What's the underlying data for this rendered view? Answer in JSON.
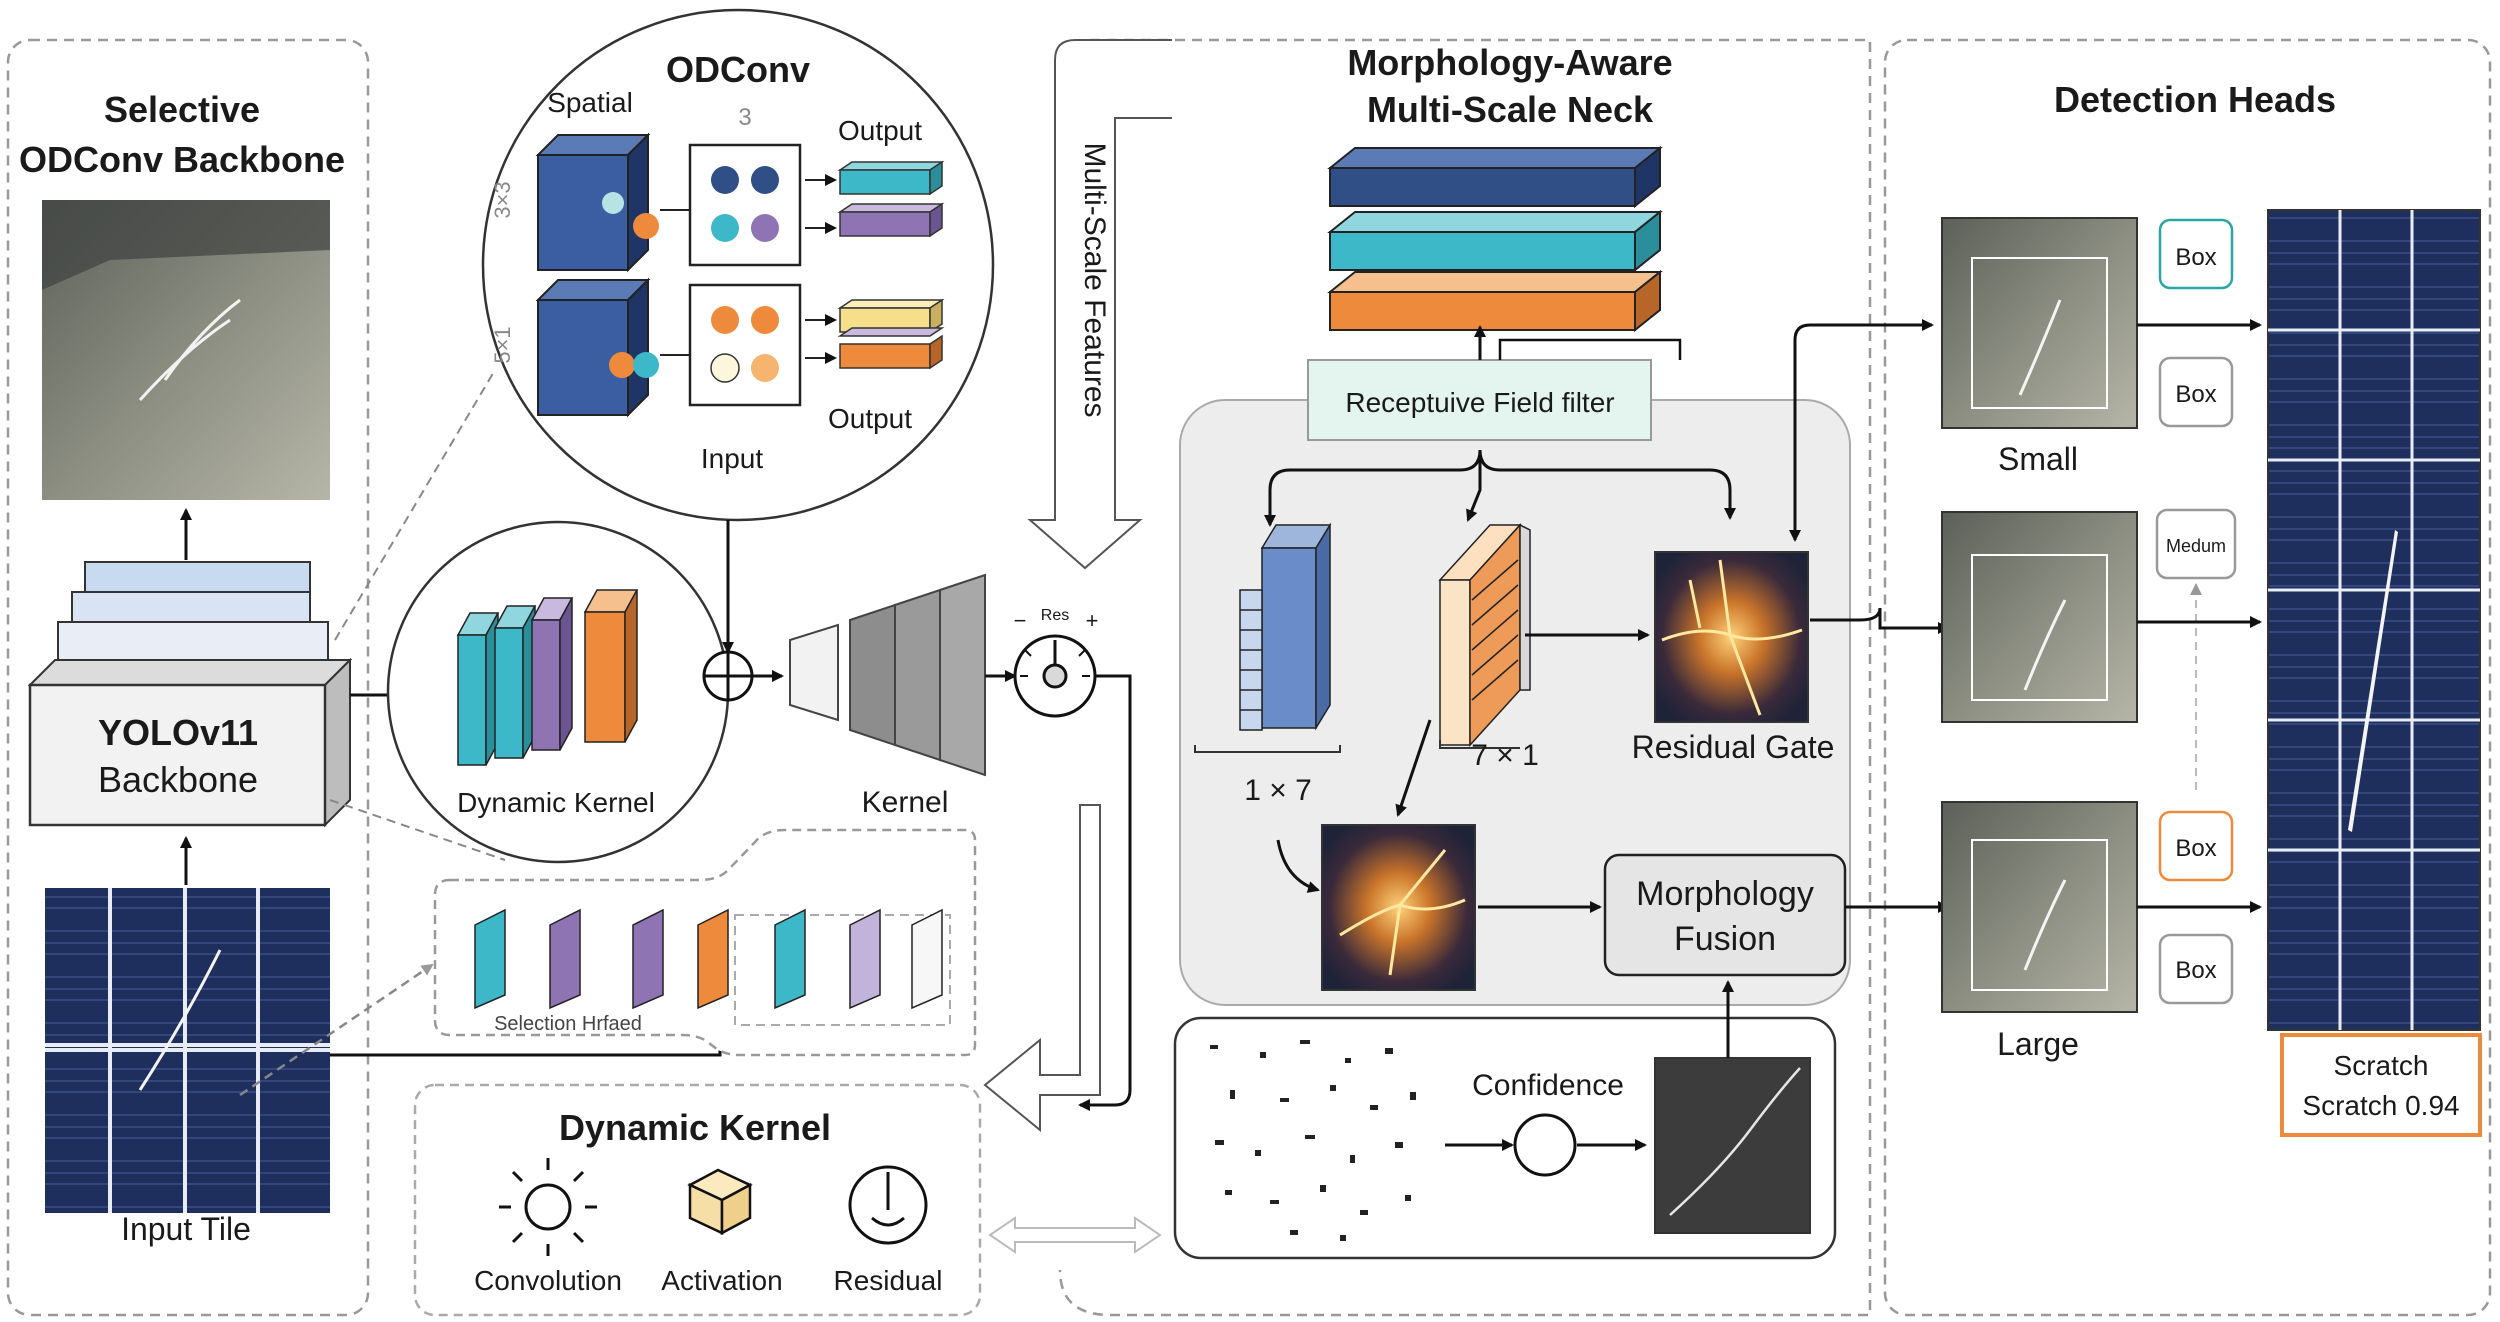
{
  "backbone": {
    "title_line1": "Selective",
    "title_line2": "ODConv Backbone",
    "yolo_line1": "YOLOv11",
    "yolo_line2": "Backbone",
    "input_label": "Input Tile"
  },
  "odconv": {
    "title": "ODConv",
    "spatial_label": "Spatial",
    "num_label": "3",
    "k3_label": "3×3",
    "k5_label": "5×1",
    "output_top": "Output",
    "output_bottom": "Output",
    "input_label": "Input",
    "dynamic_kernel_label": "Dynamic Kernel",
    "kernel_label": "Kernel",
    "dial_label": "Res",
    "selection_label": "Selection Hrfaed"
  },
  "dynamic_kernel_box": {
    "title": "Dynamic Kernel",
    "items": [
      {
        "label": "Convolution",
        "icon": "sun-icon"
      },
      {
        "label": "Activation",
        "icon": "box-icon"
      },
      {
        "label": "Residual",
        "icon": "power-icon"
      }
    ]
  },
  "neck": {
    "title_line1": "Morphology-Aware",
    "title_line2": "Multi-Scale Neck",
    "multi_scale_label": "Multi-Scale Features",
    "rf_filter_label": "Receptuive Field filter",
    "k1x7_label": "1 × 7",
    "k7x1_label": "7 × 1",
    "residual_gate_label": "Residual Gate",
    "fusion_line1": "Morphology",
    "fusion_line2": "Fusion",
    "confidence_label": "Confidence"
  },
  "heads": {
    "title": "Detection Heads",
    "scales": [
      {
        "label": "Small",
        "boxes": [
          "Box",
          "Box"
        ]
      },
      {
        "label": "",
        "boxes": [
          "Medum"
        ]
      },
      {
        "label": "Large",
        "boxes": [
          "Box",
          "Box"
        ]
      }
    ],
    "result_line1": "Scratch",
    "result_line2": "Scratch 0.94"
  },
  "colors": {
    "navy": "#2f4f86",
    "teal": "#3db8c8",
    "orange": "#ee8a3c",
    "purple": "#8f74b4",
    "panel_border": "#9a9a9a"
  }
}
